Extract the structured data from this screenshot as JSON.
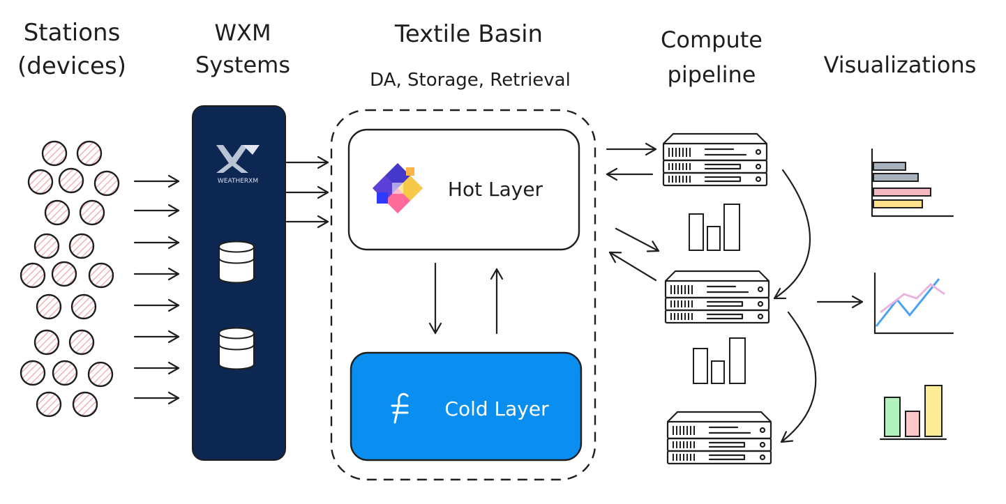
{
  "columns": {
    "stations": {
      "title_line1": "Stations",
      "title_line2": "(devices)"
    },
    "wxm": {
      "title_line1": "WXM",
      "title_line2": "Systems",
      "logo_text": "WEATHERXM"
    },
    "basin": {
      "title": "Textile Basin",
      "subtitle": "DA, Storage, Retrieval"
    },
    "compute": {
      "title_line1": "Compute",
      "title_line2": "pipeline"
    },
    "viz": {
      "title": "Visualizations"
    }
  },
  "layers": {
    "hot": {
      "label": "Hot Layer",
      "icon": "tableland-logo-icon"
    },
    "cold": {
      "label": "Cold Layer",
      "icon": "filecoin-logo-icon"
    }
  },
  "colors": {
    "ink": "#1e1e1e",
    "wxm_panel": "#0c2752",
    "cold_layer": "#0a8ff0",
    "station_hatch": "#f2a7aa",
    "bar_gray": "#a8b2bc",
    "bar_pink": "#f4b8c0",
    "bar_yellow": "#fde08a",
    "bar_green": "#b2f2bb",
    "bar_red": "#ffc9c9",
    "bar_yellow2": "#ffec99",
    "line_blue": "#4aa3f0",
    "line_pink": "#e8b4e0"
  }
}
